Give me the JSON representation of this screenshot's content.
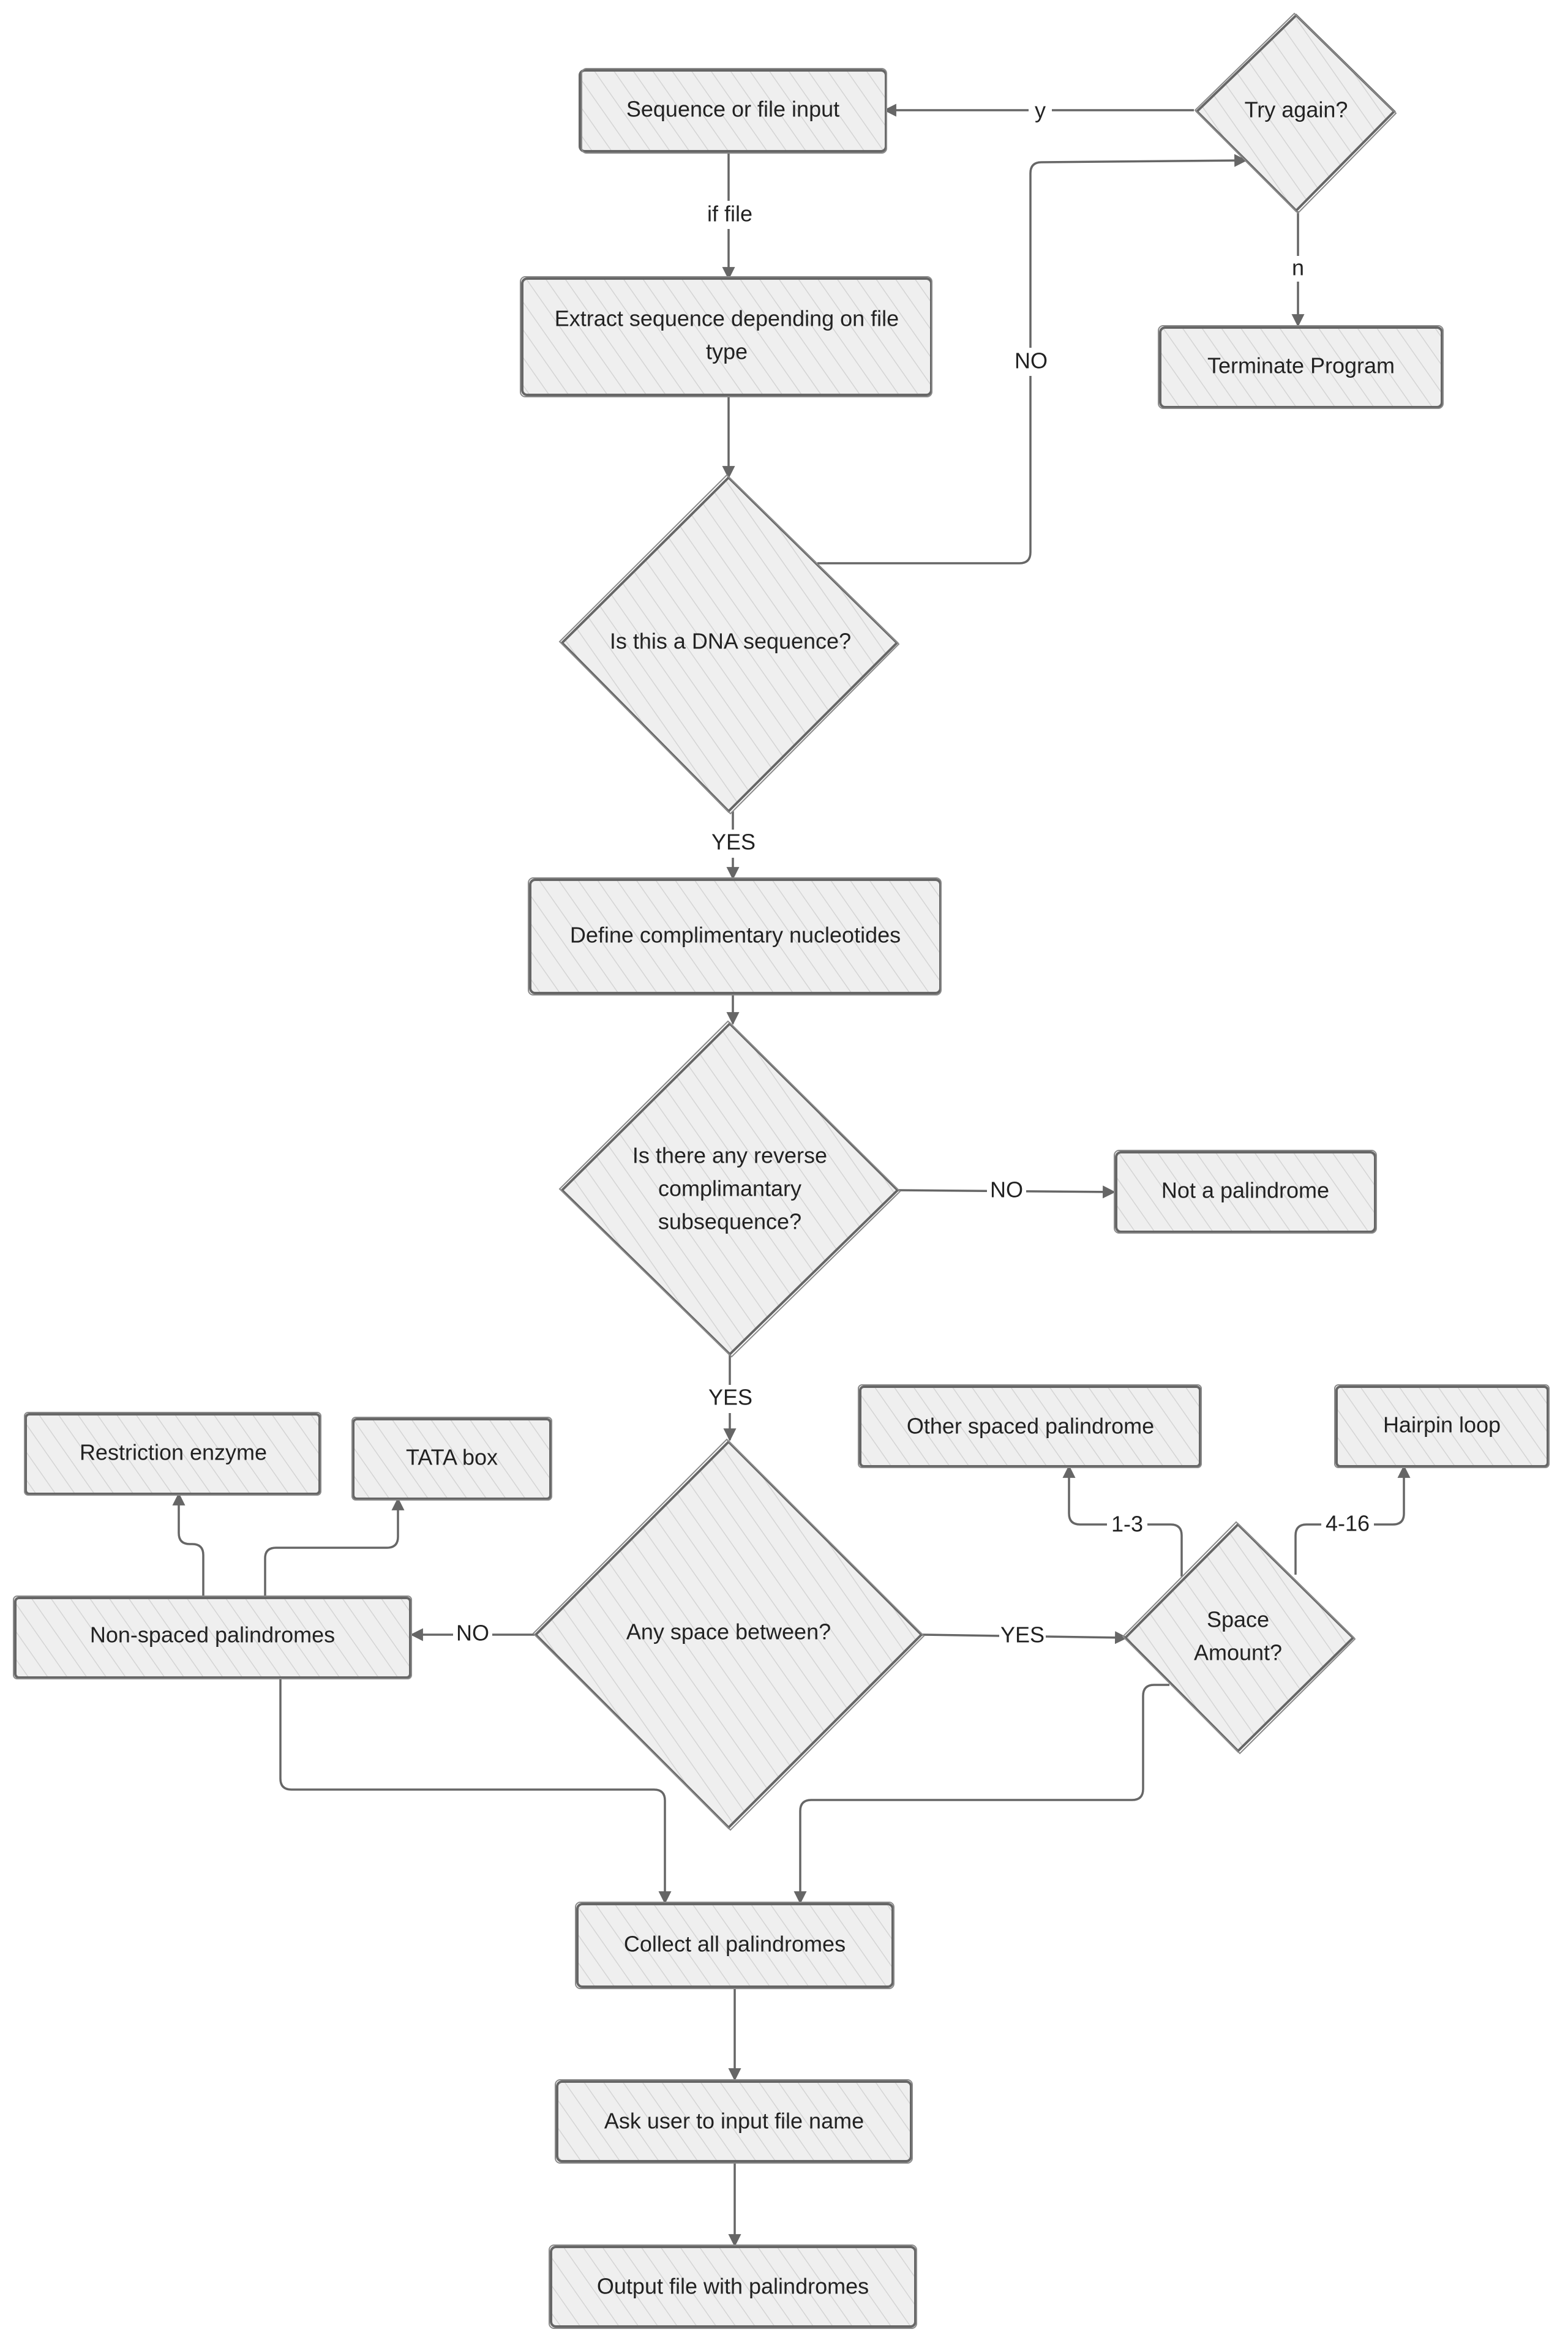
{
  "nodes": {
    "seq_input": "Sequence or file input",
    "try_again": "Try again?",
    "extract": [
      "Extract sequence depending on file",
      "type"
    ],
    "terminate": "Terminate Program",
    "is_dna": "Is this a DNA sequence?",
    "define_comp": "Define complimentary nucleotides",
    "reverse_q": [
      "Is there any reverse",
      "complimantary",
      "subsequence?"
    ],
    "not_pal": "Not a palindrome",
    "restriction": "Restriction enzyme",
    "tata": "TATA box",
    "other_spaced": "Other spaced palindrome",
    "hairpin": "Hairpin loop",
    "non_spaced": "Non-spaced palindromes",
    "any_space": "Any space between?",
    "space_amount": [
      "Space",
      "Amount?"
    ],
    "collect": "Collect all palindromes",
    "ask_user": "Ask user to input file name",
    "output": "Output file with palindromes"
  },
  "edge_labels": {
    "y": "y",
    "if_file": "if file",
    "n": "n",
    "no_dna": "NO",
    "yes_dna": "YES",
    "no_reverse": "NO",
    "yes_reverse": "YES",
    "no_space": "NO",
    "yes_space": "YES",
    "range_small": "1-3",
    "range_large": "4-16"
  },
  "colors": {
    "fill": "#efefef",
    "hatch": "#d4d4d4",
    "stroke": "#666666",
    "text": "#222222"
  }
}
